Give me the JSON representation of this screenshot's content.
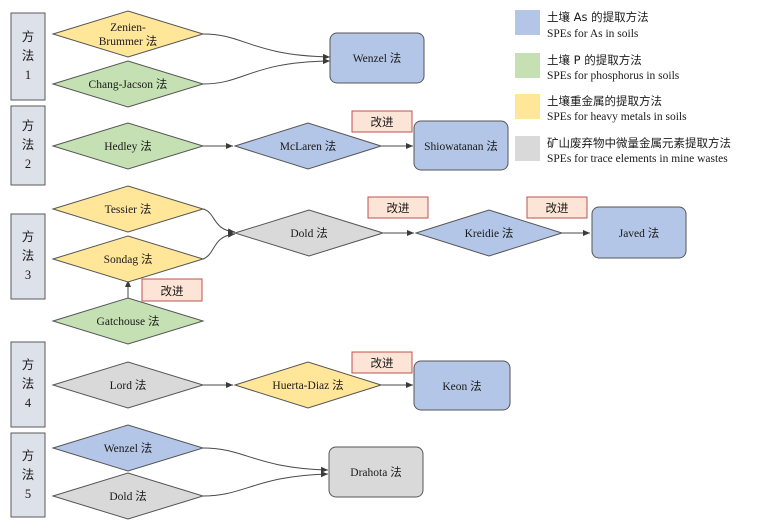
{
  "methods": [
    {
      "label": "方\n法\n1"
    },
    {
      "label": "方\n法\n2"
    },
    {
      "label": "方\n法\n3"
    },
    {
      "label": "方\n法\n4"
    },
    {
      "label": "方\n法\n5"
    }
  ],
  "nodes": {
    "zenien": {
      "text": "Zenien-\nBrummer 法",
      "cat": "heavy"
    },
    "chang": {
      "text": "Chang-Jacson 法",
      "cat": "p"
    },
    "wenzel1": {
      "text": "Wenzel 法",
      "cat": "as"
    },
    "hedley": {
      "text": "Hedley 法",
      "cat": "p"
    },
    "mclaren": {
      "text": "McLaren 法",
      "cat": "as"
    },
    "shiowatanan": {
      "text": "Shiowatanan 法",
      "cat": "as"
    },
    "tessier": {
      "text": "Tessier 法",
      "cat": "heavy"
    },
    "sondag": {
      "text": "Sondag 法",
      "cat": "heavy"
    },
    "gatchouse": {
      "text": "Gatchouse 法",
      "cat": "p"
    },
    "dold3": {
      "text": "Dold 法",
      "cat": "mine"
    },
    "kreidie": {
      "text": "Kreidie 法",
      "cat": "as"
    },
    "javed": {
      "text": "Javed 法",
      "cat": "as"
    },
    "lord": {
      "text": "Lord 法",
      "cat": "mine"
    },
    "huerta": {
      "text": "Huerta-Diaz 法",
      "cat": "heavy"
    },
    "keon": {
      "text": "Keon 法",
      "cat": "as"
    },
    "wenzel5": {
      "text": "Wenzel 法",
      "cat": "as"
    },
    "dold5": {
      "text": "Dold 法",
      "cat": "mine"
    },
    "drahota": {
      "text": "Drahota 法",
      "cat": "mine"
    }
  },
  "improve_label": "改进",
  "legend": [
    {
      "key": "as",
      "zh": "土壤 As 的提取方法",
      "en": "SPEs for As in soils"
    },
    {
      "key": "p",
      "zh": "土壤 P 的提取方法",
      "en": "SPEs for phosphorus in soils"
    },
    {
      "key": "heavy",
      "zh": "土壤重金属的提取方法",
      "en": "SPEs for heavy metals in soils"
    },
    {
      "key": "mine",
      "zh": "矿山废弃物中微量金属元素提取方法",
      "en": "SPEs for trace elements in mine wastes"
    }
  ],
  "colors": {
    "as": "#b4c6e7",
    "p": "#c5e0b3",
    "heavy": "#ffe699",
    "mine": "#d9d9d9",
    "side": "#dde1ea",
    "improve": "#fce4d6",
    "improve_border": "#c0504d",
    "stroke": "#4a4a4a"
  }
}
